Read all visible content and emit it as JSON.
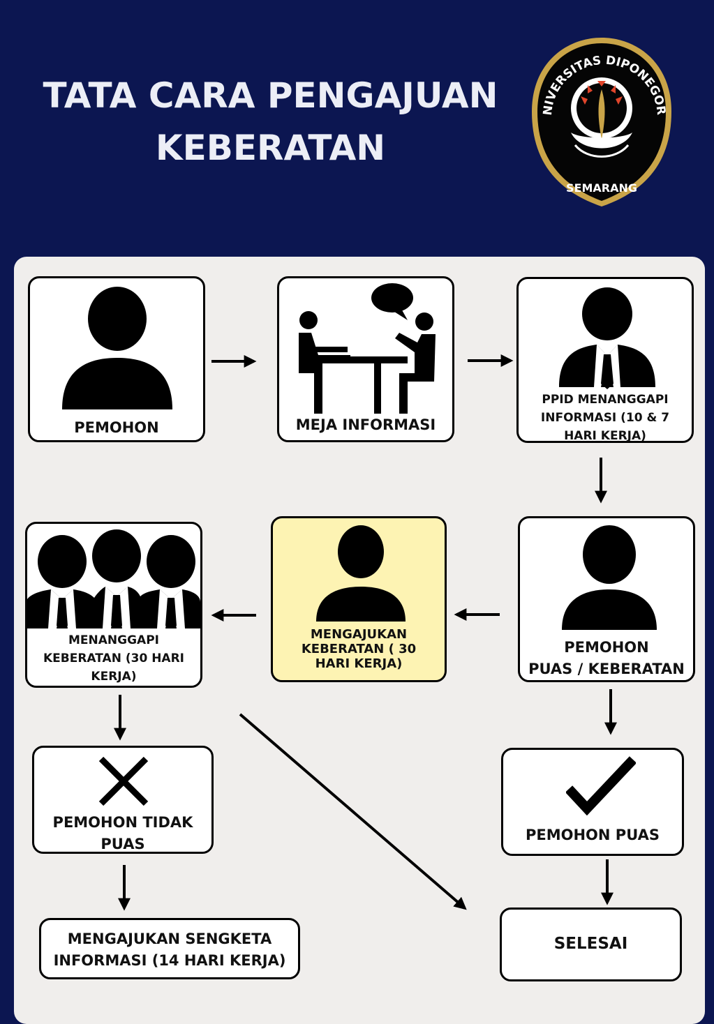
{
  "header": {
    "title_line1": "TATA CARA PENGAJUAN",
    "title_line2": "KEBERATAN",
    "logo": {
      "top_text": "UNIVERSITAS DIPONEGORO",
      "bottom_text": "SEMARANG"
    }
  },
  "flow": {
    "pemohon": "PEMOHON",
    "meja_informasi": "MEJA INFORMASI",
    "ppid": [
      "PPID MENANGGAPI",
      "INFORMASI (10 &  7",
      "HARI KERJA)"
    ],
    "pemohon_puas_keberatan": [
      "PEMOHON",
      "PUAS / KEBERATAN"
    ],
    "mengajukan_keberatan": [
      "MENGAJUKAN",
      "KEBERATAN ( 30",
      "HARI KERJA)"
    ],
    "menanggapi_keberatan": [
      "MENANGGAPI",
      "KEBERATAN (30 HARI",
      "KERJA)"
    ],
    "pemohon_tidak_puas": [
      "PEMOHON TIDAK",
      "PUAS"
    ],
    "pemohon_puas": "PEMOHON PUAS",
    "sengketa": [
      "MENGAJUKAN SENGKETA",
      "INFORMASI (14 HARI KERJA)"
    ],
    "selesai": "SELESAI"
  },
  "colors": {
    "background": "#0c1651",
    "panel": "#f0eeec",
    "highlight_box": "#fdf3b3"
  }
}
